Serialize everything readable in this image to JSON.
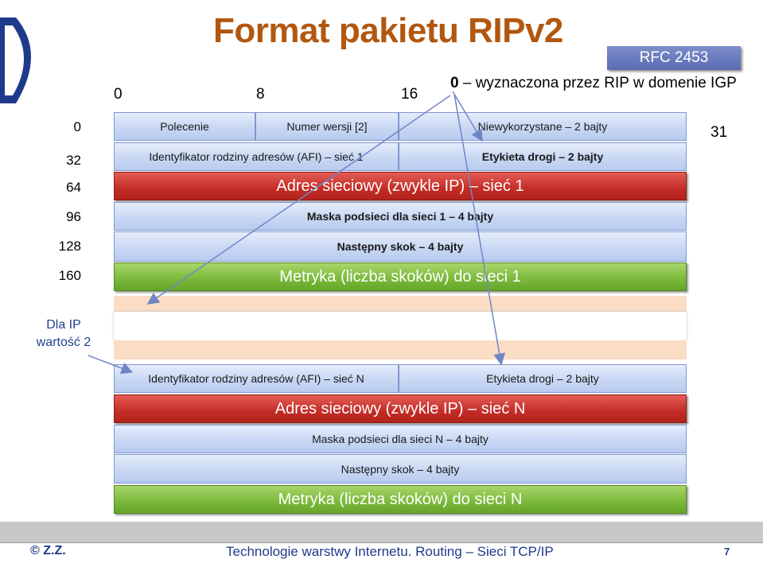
{
  "title": "Format pakietu RIPv2",
  "rfc": "RFC 2453",
  "note": {
    "zero": "0",
    "text": " – wyznaczona przez RIP w domenie IGP"
  },
  "bits": {
    "b0": "0",
    "b8": "8",
    "b16": "16",
    "b31": "31"
  },
  "rows": {
    "r0": "0",
    "r32": "32",
    "r64": "64",
    "r96": "96",
    "r128": "128",
    "r160": "160"
  },
  "header": {
    "command": "Polecenie",
    "version": "Numer wersji [2]",
    "unused": "Niewykorzystane – 2 bajty"
  },
  "entry1": {
    "afi": "Identyfikator rodziny adresów (AFI) – sieć 1",
    "tag": "Etykieta drogi – 2 bajty",
    "address": "Adres sieciowy (zwykle IP) – sieć 1",
    "mask": "Maska podsieci dla sieci 1 – 4 bajty",
    "nexthop": "Następny skok – 4 bajty",
    "metric": "Metryka (liczba skoków) do sieci 1"
  },
  "entryN": {
    "afi": "Identyfikator rodziny adresów (AFI) – sieć N",
    "tag": "Etykieta drogi – 2 bajty",
    "address": "Adres sieciowy (zwykle IP) – sieć N",
    "mask": "Maska podsieci dla sieci N – 4 bajty",
    "nexthop": "Następny skok – 4 bajty",
    "metric": "Metryka (liczba skoków) do sieci N"
  },
  "side_label": {
    "line1": "Dla IP",
    "line2": "wartość 2"
  },
  "footer": {
    "logo": "© Z.Z.",
    "text": "Technologie warstwy Internetu. Routing – Sieci  TCP/IP",
    "page": "7"
  },
  "colors": {
    "title": "#b2570f",
    "accent": "#1f3a8a",
    "red": "#c32c26",
    "green": "#79b83a"
  }
}
